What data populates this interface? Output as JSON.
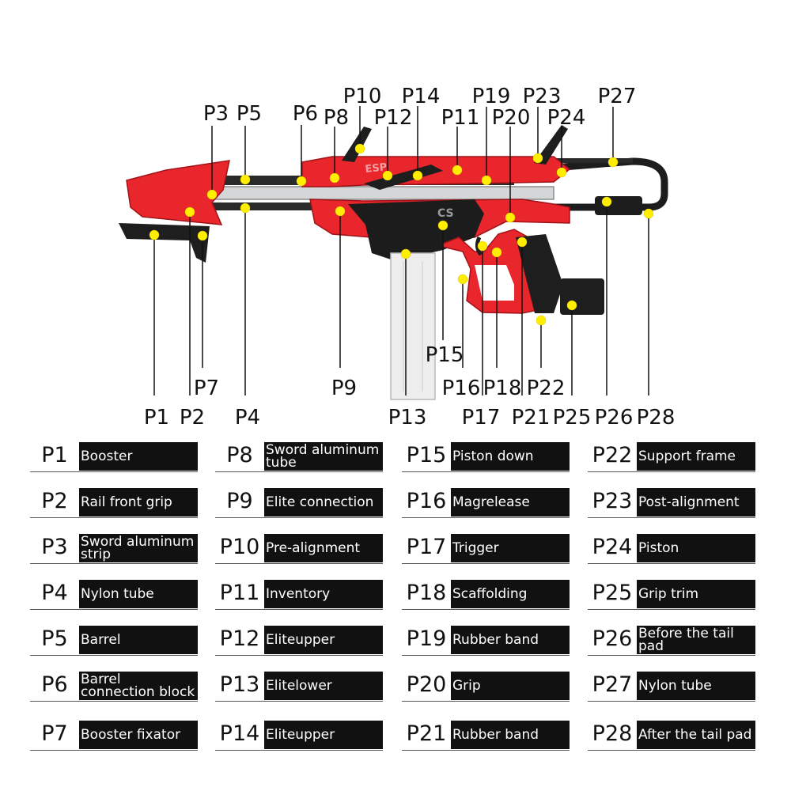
{
  "colors": {
    "body_red": "#e8262c",
    "frame_black": "#1c1c1c",
    "tube_silver": "#cfd2d4",
    "magazine": "#e9e9e9",
    "dot": "#ffee00"
  },
  "parts": [
    {
      "id": "P1",
      "name": "Booster"
    },
    {
      "id": "P2",
      "name": "Rail front grip"
    },
    {
      "id": "P3",
      "name": "Sword aluminum strip"
    },
    {
      "id": "P4",
      "name": "Nylon tube"
    },
    {
      "id": "P5",
      "name": "Barrel"
    },
    {
      "id": "P6",
      "name": "Barrel connection block"
    },
    {
      "id": "P7",
      "name": "Booster fixator"
    },
    {
      "id": "P8",
      "name": "Sword aluminum tube"
    },
    {
      "id": "P9",
      "name": "Elite connection"
    },
    {
      "id": "P10",
      "name": "Pre-alignment"
    },
    {
      "id": "P11",
      "name": "Inventory"
    },
    {
      "id": "P12",
      "name": "Eliteupper"
    },
    {
      "id": "P13",
      "name": "Elitelower"
    },
    {
      "id": "P14",
      "name": "Eliteupper"
    },
    {
      "id": "P15",
      "name": "Piston down"
    },
    {
      "id": "P16",
      "name": "Magrelease"
    },
    {
      "id": "P17",
      "name": "Trigger"
    },
    {
      "id": "P18",
      "name": "Scaffolding"
    },
    {
      "id": "P19",
      "name": "Rubber band"
    },
    {
      "id": "P20",
      "name": "Grip"
    },
    {
      "id": "P21",
      "name": "Rubber band"
    },
    {
      "id": "P22",
      "name": "Support frame"
    },
    {
      "id": "P23",
      "name": "Post-alignment"
    },
    {
      "id": "P24",
      "name": "Piston"
    },
    {
      "id": "P25",
      "name": "Grip trim"
    },
    {
      "id": "P26",
      "name": "Before the tail pad"
    },
    {
      "id": "P27",
      "name": "Nylon tube"
    },
    {
      "id": "P28",
      "name": "After the tail pad"
    }
  ],
  "body_marks": {
    "side_logo": "ESP",
    "grip_logo": "CS"
  }
}
